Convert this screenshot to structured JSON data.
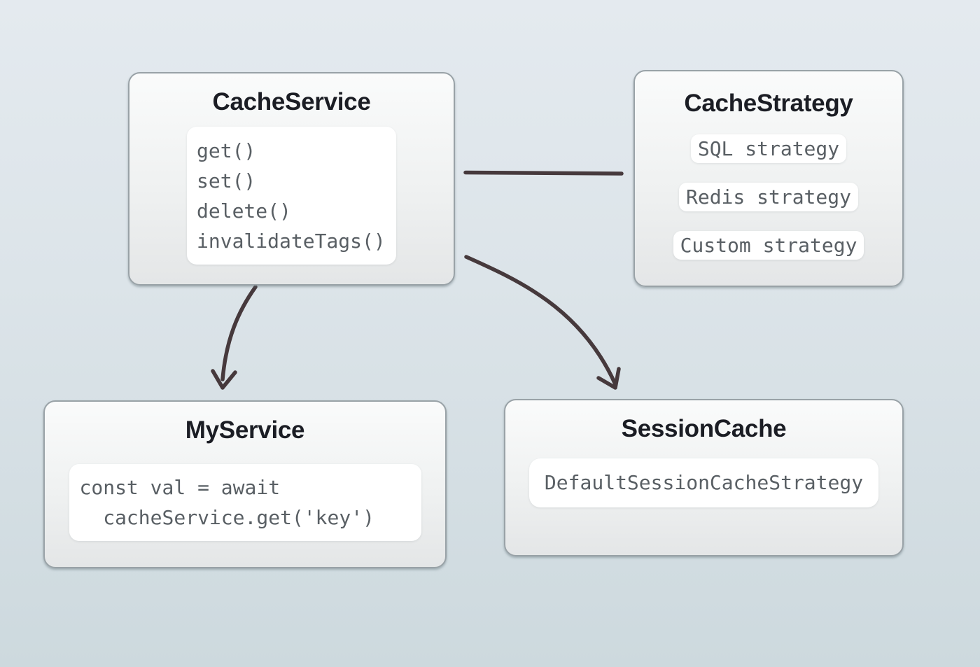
{
  "diagram": {
    "nodes": {
      "cache_service": {
        "title": "CacheService",
        "methods": [
          "get()",
          "set()",
          "delete()",
          "invalidateTags()"
        ]
      },
      "cache_strategy": {
        "title": "CacheStrategy",
        "strategies": [
          "SQL strategy",
          "Redis strategy",
          "Custom strategy"
        ]
      },
      "my_service": {
        "title": "MyService",
        "code_lines": [
          "const val = await",
          "  cacheService.get('key')"
        ]
      },
      "session_cache": {
        "title": "SessionCache",
        "value": "DefaultSessionCacheStrategy"
      }
    },
    "edges": [
      {
        "from": "CacheService",
        "to": "CacheStrategy",
        "type": "straight-line",
        "arrowhead": false
      },
      {
        "from": "CacheService",
        "to": "MyService",
        "type": "curved",
        "arrowhead": true
      },
      {
        "from": "CacheService",
        "to": "SessionCache",
        "type": "curved",
        "arrowhead": true
      }
    ],
    "colors": {
      "background_top": "#e4eaef",
      "background_bottom": "#cdd9de",
      "node_border": "#99a2a7",
      "node_fill_top": "#fafbfb",
      "node_fill_bottom": "#e4e6e7",
      "title_text": "#1b1d24",
      "code_text": "#595f64",
      "chip_fill": "#ffffff",
      "arrow": "#46393c"
    }
  }
}
